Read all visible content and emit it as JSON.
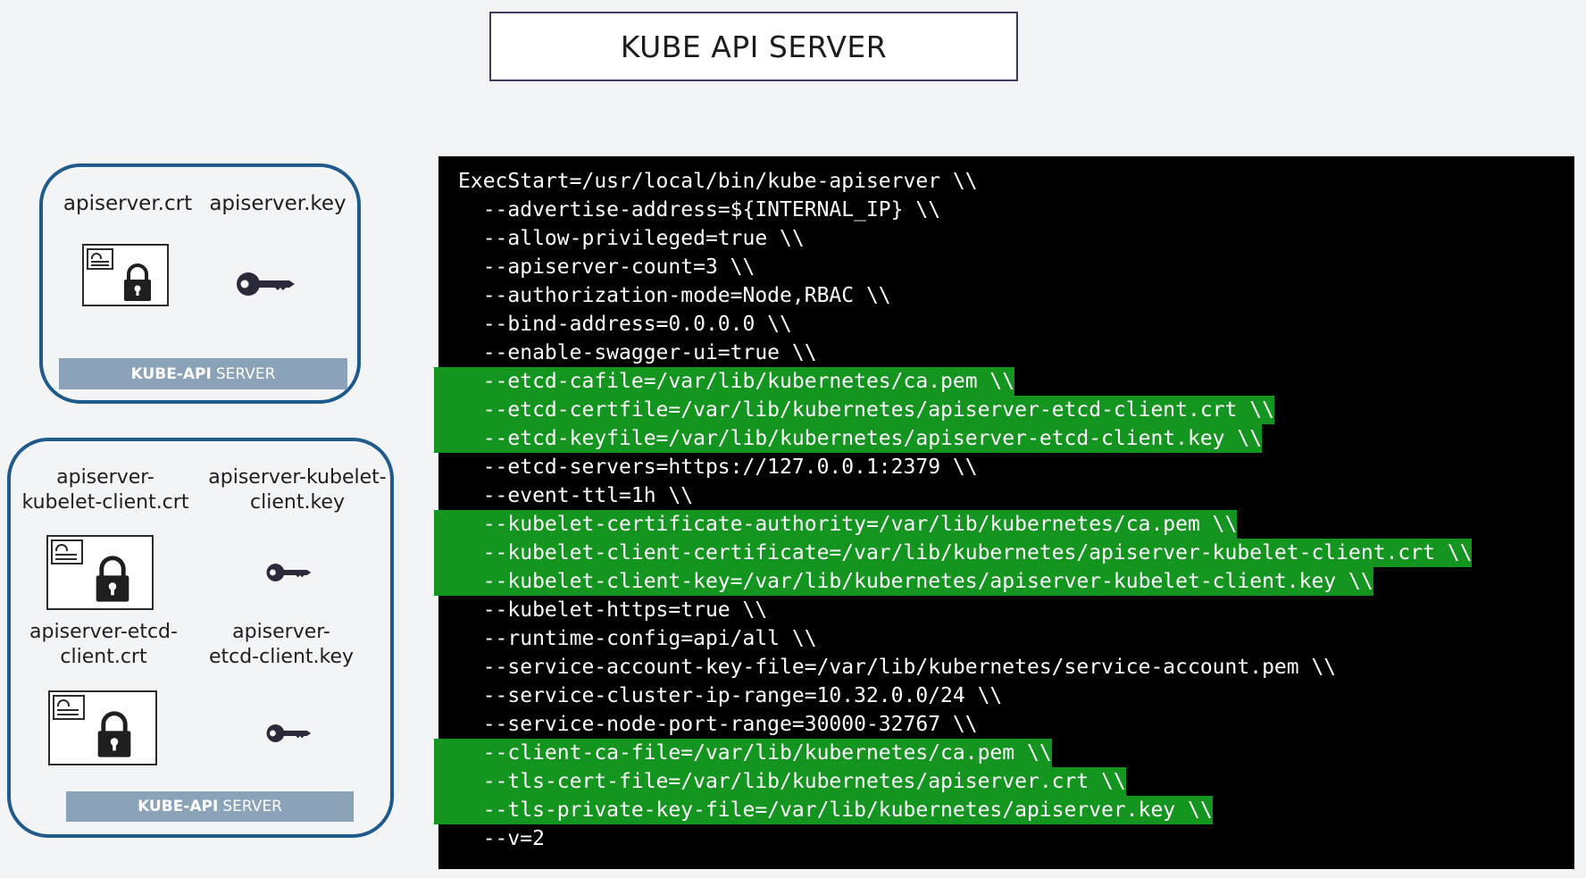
{
  "title": "KUBE API SERVER",
  "top_panel": {
    "cert_label": "apiserver.crt",
    "key_label": "apiserver.key",
    "cert_icon": "certificate-icon",
    "key_icon": "key-icon",
    "bar_bold": "KUBE-API",
    "bar_rest": "SERVER"
  },
  "bottom_panel": {
    "kubelet_cert_label_1": "apiserver-",
    "kubelet_cert_label_2": "kubelet-client.crt",
    "kubelet_key_label_1": "apiserver-kubelet-",
    "kubelet_key_label_2": "client.key",
    "etcd_cert_label_1": "apiserver-etcd-",
    "etcd_cert_label_2": "client.crt",
    "etcd_key_label_1": "apiserver-",
    "etcd_key_label_2": "etcd-client.key",
    "bar_bold": "KUBE-API",
    "bar_rest": "SERVER"
  },
  "highlight_color": "#14951f",
  "code_lines": [
    {
      "text": "ExecStart=/usr/local/bin/kube-apiserver \\\\",
      "highlight": false
    },
    {
      "text": "  --advertise-address=${INTERNAL_IP} \\\\",
      "highlight": false
    },
    {
      "text": "  --allow-privileged=true \\\\",
      "highlight": false
    },
    {
      "text": "  --apiserver-count=3 \\\\",
      "highlight": false
    },
    {
      "text": "  --authorization-mode=Node,RBAC \\\\",
      "highlight": false
    },
    {
      "text": "  --bind-address=0.0.0.0 \\\\",
      "highlight": false
    },
    {
      "text": "  --enable-swagger-ui=true \\\\",
      "highlight": false
    },
    {
      "text": "  --etcd-cafile=/var/lib/kubernetes/ca.pem \\\\",
      "highlight": true
    },
    {
      "text": "  --etcd-certfile=/var/lib/kubernetes/apiserver-etcd-client.crt \\\\",
      "highlight": true
    },
    {
      "text": "  --etcd-keyfile=/var/lib/kubernetes/apiserver-etcd-client.key \\\\",
      "highlight": true
    },
    {
      "text": "  --etcd-servers=https://127.0.0.1:2379 \\\\",
      "highlight": false
    },
    {
      "text": "  --event-ttl=1h \\\\",
      "highlight": false
    },
    {
      "text": "  --kubelet-certificate-authority=/var/lib/kubernetes/ca.pem \\\\",
      "highlight": true
    },
    {
      "text": "  --kubelet-client-certificate=/var/lib/kubernetes/apiserver-kubelet-client.crt \\\\",
      "highlight": true
    },
    {
      "text": "  --kubelet-client-key=/var/lib/kubernetes/apiserver-kubelet-client.key \\\\",
      "highlight": true
    },
    {
      "text": "  --kubelet-https=true \\\\",
      "highlight": false
    },
    {
      "text": "  --runtime-config=api/all \\\\",
      "highlight": false
    },
    {
      "text": "  --service-account-key-file=/var/lib/kubernetes/service-account.pem \\\\",
      "highlight": false
    },
    {
      "text": "  --service-cluster-ip-range=10.32.0.0/24 \\\\",
      "highlight": false
    },
    {
      "text": "  --service-node-port-range=30000-32767 \\\\",
      "highlight": false
    },
    {
      "text": "  --client-ca-file=/var/lib/kubernetes/ca.pem \\\\",
      "highlight": true
    },
    {
      "text": "  --tls-cert-file=/var/lib/kubernetes/apiserver.crt \\\\",
      "highlight": true
    },
    {
      "text": "  --tls-private-key-file=/var/lib/kubernetes/apiserver.key \\\\",
      "highlight": true
    },
    {
      "text": "  --v=2",
      "highlight": false
    }
  ]
}
